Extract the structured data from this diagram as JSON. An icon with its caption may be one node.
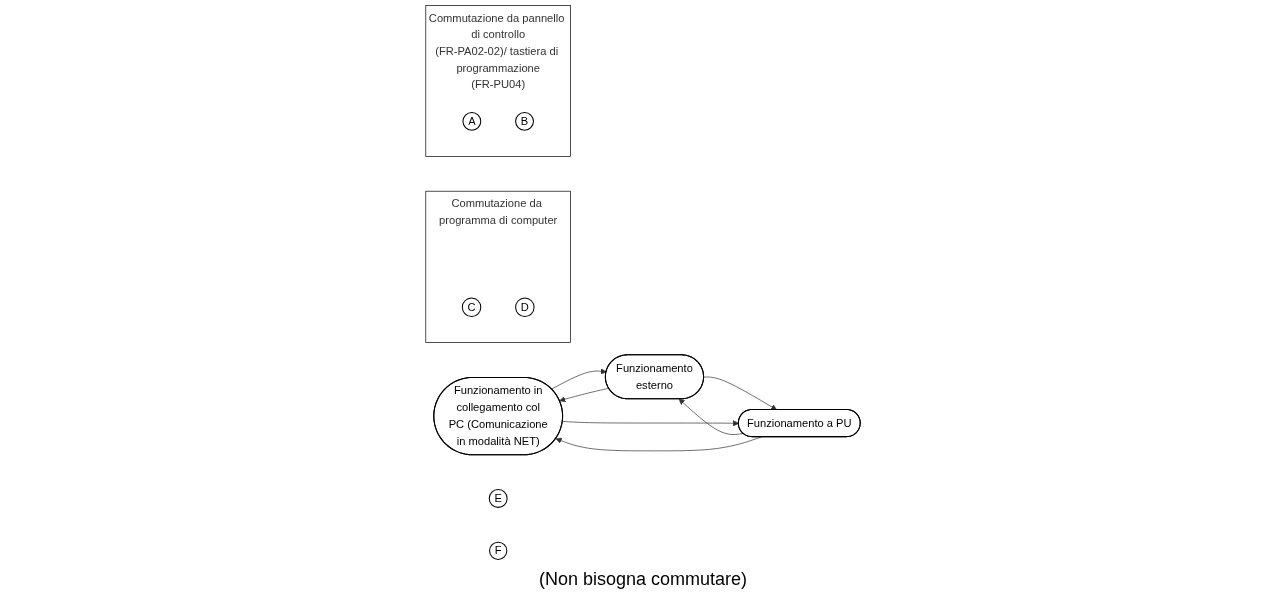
{
  "diagram": {
    "nodes": [
      {
        "text": [
          "Funzionamento in collegamento col PC (Comunicazione in modalità NET)"
        ]
      },
      {
        "text": [
          "Commutazione da programma di computer"
        ]
      },
      {
        "text": [
          "C"
        ],
        "in": 1
      },
      {
        "text": [
          "D"
        ],
        "in": 1
      },
      {
        "text": [
          "Funzionamento esterno"
        ]
      },
      {
        "text": [
          "Commutazione da pannello di controllo (FR-PA02-02)/ tastiera di programmazione (FR-PU04)"
        ]
      },
      {
        "text": [
          "A"
        ],
        "in": 5
      },
      {
        "text": [
          "B"
        ],
        "in": 5
      },
      {
        "text": [
          "Funzionamento a PU"
        ]
      },
      {
        "text": [
          "E"
        ]
      },
      {
        "text": [
          "F"
        ]
      }
    ],
    "edges": [
      {
        "from": 4,
        "to": 0,
        "arrow": "to"
      },
      {
        "from": 0,
        "to": 4,
        "arrow": "to"
      },
      {
        "from": 8,
        "to": 4,
        "arrow": "to"
      },
      {
        "from": 4,
        "to": 8,
        "arrow": "to"
      },
      {
        "from": 8,
        "to": 0,
        "arrow": "to"
      },
      {
        "from": 0,
        "to": 8,
        "arrow": "to"
      }
    ],
    "labels": [
      "(Non bisogna commutare)"
    ]
  }
}
